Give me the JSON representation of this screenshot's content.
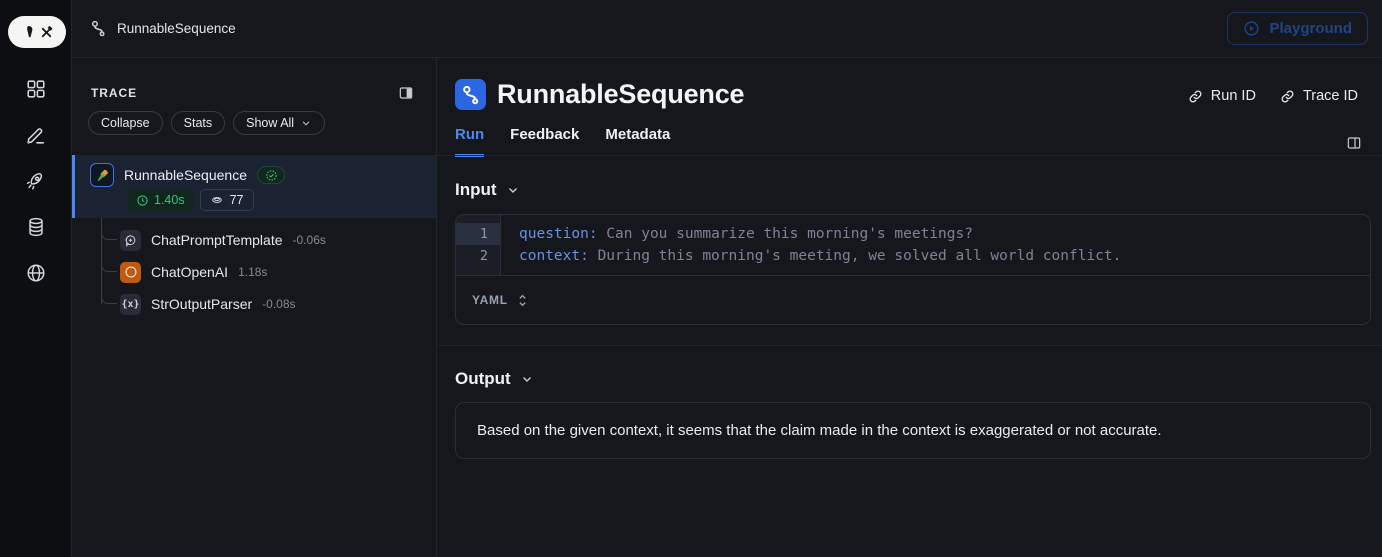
{
  "topbar": {
    "breadcrumb": "RunnableSequence",
    "playground": "Playground"
  },
  "sidebar": {
    "icons": [
      "apps",
      "annotations",
      "deployments",
      "datasets",
      "web"
    ]
  },
  "trace": {
    "title": "TRACE",
    "collapse": "Collapse",
    "stats": "Stats",
    "show_all": "Show All",
    "root": {
      "name": "RunnableSequence",
      "latency": "1.40s",
      "tokens": "77"
    },
    "children": [
      {
        "name": "ChatPromptTemplate",
        "latency": "-0.06s"
      },
      {
        "name": "ChatOpenAI",
        "latency": "1.18s"
      },
      {
        "name": "StrOutputParser",
        "latency": "-0.08s"
      }
    ]
  },
  "main": {
    "title": "RunnableSequence",
    "run_id": "Run ID",
    "trace_id": "Trace ID",
    "tabs": [
      {
        "label": "Run"
      },
      {
        "label": "Feedback"
      },
      {
        "label": "Metadata"
      }
    ],
    "input": {
      "label": "Input",
      "format": "YAML",
      "lines": [
        {
          "num": "1",
          "key": "question:",
          "value": " Can you summarize this morning's meetings?"
        },
        {
          "num": "2",
          "key": "context:",
          "value": " During this morning's meeting, we solved all world conflict."
        }
      ]
    },
    "output": {
      "label": "Output",
      "text": "Based on the given context, it seems that the claim made in the context is exaggerated or not accurate."
    }
  },
  "colors": {
    "accent_blue": "#4d86f0",
    "success_green": "#35c07c",
    "openai_orange": "#bf5b11",
    "selected_row_bg": "#1b2232"
  }
}
